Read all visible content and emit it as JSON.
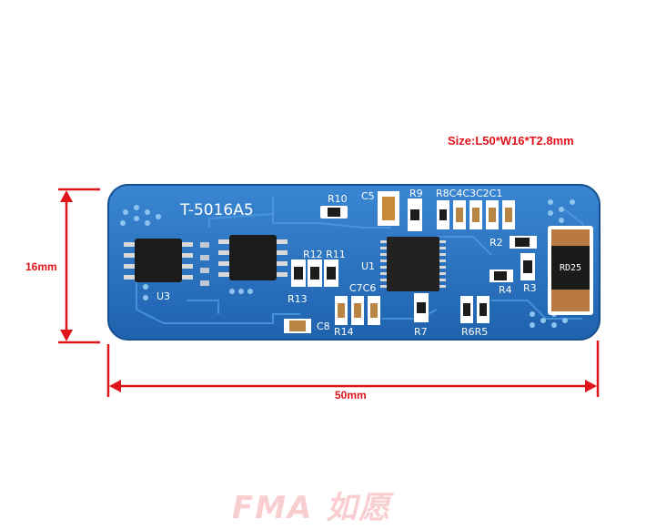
{
  "size_text": "Size:L50*W16*T2.8mm",
  "height_label": "16mm",
  "width_label": "50mm",
  "board": {
    "model": "T-5016A5",
    "labels": {
      "u3": "U3",
      "u1": "U1",
      "r10": "R10",
      "c5": "C5",
      "r9": "R9",
      "r8c4c3c2c1": "R8C4C3C2C1",
      "r12r11": "R12 R11",
      "r13": "R13",
      "c7c6": "C7C6",
      "c8": "C8",
      "r14": "R14",
      "r7": "R7",
      "r6r5": "R6R5",
      "r2": "R2",
      "r4": "R4",
      "r3": "R3",
      "shunt": "RD25"
    }
  },
  "watermark": "FMA 如愿",
  "colors": {
    "board": "#2f78c5",
    "board_dark": "#1f5fa8",
    "accent_red": "#e0141b"
  }
}
